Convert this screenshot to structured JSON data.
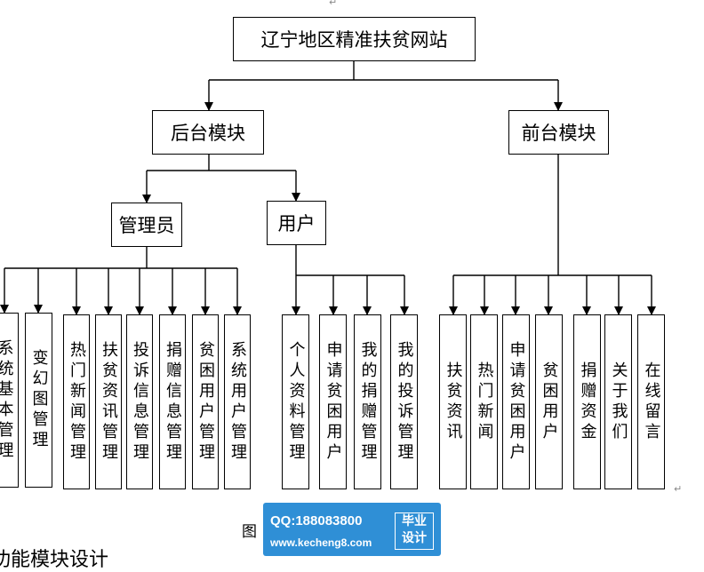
{
  "diagram": {
    "root": "辽宁地区精准扶贫网站",
    "backend": "后台模块",
    "frontend": "前台模块",
    "admin": "管理员",
    "user": "用户",
    "admin_items": [
      "系统基本管理",
      "变幻图管理",
      "热门新闻管理",
      "扶贫资讯管理",
      "投诉信息管理",
      "捐赠信息管理",
      "贫困用户管理",
      "系统用户管理"
    ],
    "user_items": [
      "个人资料管理",
      "申请贫困用户",
      "我的捐赠管理",
      "我的投诉管理"
    ],
    "front_items": [
      "扶贫资讯",
      "热门新闻",
      "申请贫困用户",
      "贫困用户",
      "捐赠资金",
      "关于我们",
      "在线留言"
    ]
  },
  "caption": {
    "label": "图"
  },
  "bottom_text": "功能模块设计",
  "watermark": {
    "qq": "QQ:188083800",
    "url": "www.kecheng8.com",
    "badge_line1": "毕业",
    "badge_line2": "设计",
    "color": "#2f8fd6"
  },
  "marks": {
    "return_mark": "↵"
  }
}
